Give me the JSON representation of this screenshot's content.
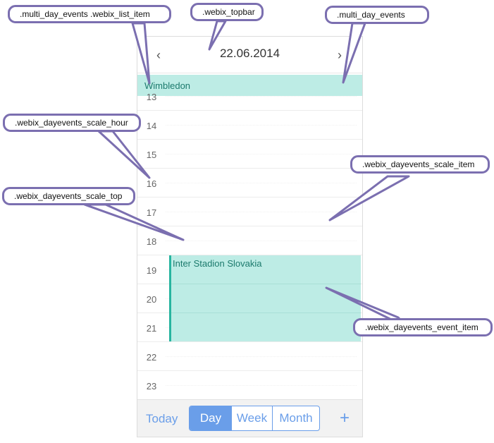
{
  "topbar": {
    "date": "22.06.2014",
    "prev_icon": "chevron-left-icon",
    "next_icon": "chevron-right-icon"
  },
  "multi_day_events": {
    "items": [
      "Wimbledon"
    ]
  },
  "scale": {
    "hours": [
      "13",
      "14",
      "15",
      "16",
      "17",
      "18",
      "19",
      "20",
      "21",
      "22",
      "23"
    ]
  },
  "events": [
    {
      "title": "Inter Stadion Slovakia"
    }
  ],
  "bottombar": {
    "today_label": "Today",
    "tabs": [
      "Day",
      "Week",
      "Month"
    ],
    "selected_tab": "Day",
    "add_label": "+"
  },
  "callouts": {
    "list_item": ".multi_day_events .webix_list_item",
    "topbar": ".webix_topbar",
    "multi_day": ".multi_day_events",
    "scale_hour": ".webix_dayevents_scale_hour",
    "scale_item": ".webix_dayevents_scale_item",
    "scale_top": ".webix_dayevents_scale_top",
    "event_item": ".webix_dayevents_event_item"
  },
  "colors": {
    "accent": "#6a9ee9",
    "event_bg": "#bdece5",
    "event_border": "#28b5a0",
    "callout_border": "#7b6fb0"
  }
}
